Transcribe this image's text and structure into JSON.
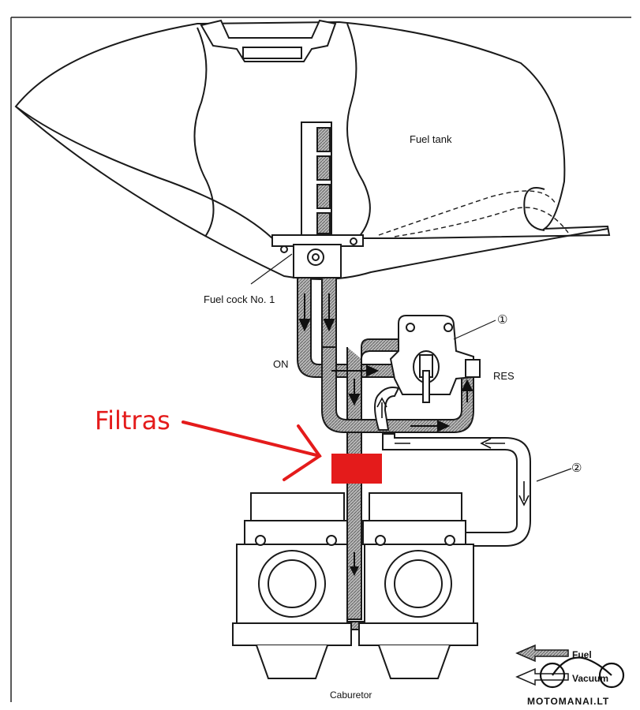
{
  "labels": {
    "fuel_tank": "Fuel tank",
    "fuel_cock": "Fuel cock No. 1",
    "on": "ON",
    "res": "RES",
    "callout_1": "①",
    "callout_2": "②",
    "carburetor": "Caburetor"
  },
  "annotation": {
    "text": "Filtras",
    "color": "#e41b1b"
  },
  "legend": {
    "fuel": "Fuel",
    "vacuum": "Vacuum"
  },
  "watermark": {
    "text": "MOTOMANAI.LT"
  },
  "colors": {
    "line": "#1a1a1a",
    "hatch": "#9a9a9a",
    "filter": "#e41b1b",
    "background": "#ffffff"
  }
}
